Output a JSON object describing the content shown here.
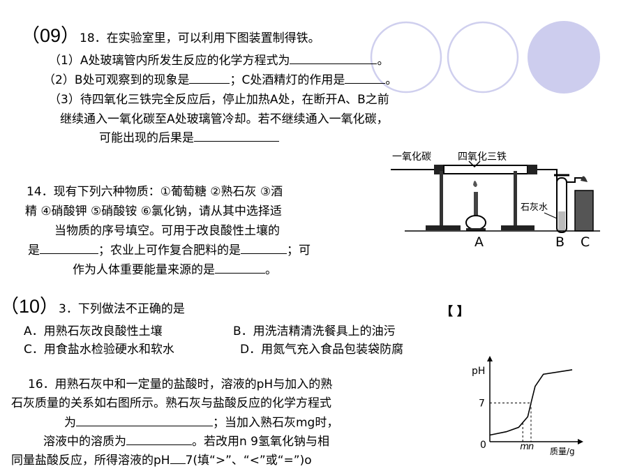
{
  "s09": {
    "prefix": "（09）",
    "q18_title": "18．在实验室里，可以利用下图装置制得铁。",
    "q18_1_a": "（1）A处玻璃管内所发生反应的化学方程式为",
    "q18_1_b": "。",
    "q18_2_a": "（2）B处可观察到的现象是",
    "q18_2_b": "；C处酒精灯的作用是",
    "q18_2_c": "。",
    "q18_3_a": "（3）待四氧化三铁完全反应后，停止加热A处，在断开A、B之前",
    "q18_3_b": "继续通入一氧化碳至A处玻璃管冷却。若不继续通入一氧化碳，",
    "q18_3_c": "可能出现的后果是",
    "q14_l1": "14．现有下列六种物质：①葡萄糖 ②熟石灰 ③酒",
    "q14_l2": "精 ④硝酸钾 ⑤硝酸铵 ⑥氯化钠，请从其中选择适",
    "q14_l3": "当物质的序号填空。可用于改良酸性土壤的",
    "q14_l4a": "是",
    "q14_l4b": "；农业上可作复合肥料的是",
    "q14_l4c": "；可",
    "q14_l5a": "作为人体重要能量来源的是",
    "q14_l5b": "。"
  },
  "apparatus": {
    "label_co": "一氧化碳",
    "label_fe3o4": "四氧化三铁",
    "label_limewater": "石灰水",
    "label_a": "A",
    "label_b": "B",
    "label_c": "C"
  },
  "s10": {
    "prefix": "（10）",
    "q3_title": "3．下列做法不正确的是",
    "q3_bracket": "【 】",
    "q3_opt_a": "A．用熟石灰改良酸性土壤",
    "q3_opt_b": "B．用洗洁精清洗餐具上的油污",
    "q3_opt_c": "C．用食盐水检验硬水和软水",
    "q3_opt_d": "D．用氮气充入食品包装袋防腐",
    "q16_l1": "16．用熟石灰中和一定量的盐酸时，溶液的pH与加入的熟",
    "q16_l2": "石灰质量的关系如右图所示。熟石灰与盐酸反应的化学方程式",
    "q16_l3a": "为",
    "q16_l3b": "；当加入熟石灰mg时，",
    "q16_l4a": "溶液中的溶质为",
    "q16_l4b": "。若改用n 9氢氧化钠与相",
    "q16_l5a": "同量盐酸反应，所得溶液的pH",
    "q16_l5b": "7(填“>”、“<”或“=”)o"
  },
  "chart_data": {
    "type": "line",
    "ylabel": "pH",
    "xlabel": "质量/g",
    "y_tick": "7",
    "origin_label": "0",
    "x_marks": [
      "m",
      "n"
    ],
    "series": [
      {
        "x": [
          0,
          0.2,
          0.35,
          0.46,
          0.5,
          0.55,
          0.65,
          1.0
        ],
        "y": [
          1.2,
          1.8,
          2.6,
          4.5,
          7,
          10,
          12.2,
          13
        ]
      }
    ],
    "ylim": [
      0,
      14
    ]
  },
  "colors": {
    "deco_circle": "#c9c9ee",
    "deco_fill": "#cdcdee"
  }
}
